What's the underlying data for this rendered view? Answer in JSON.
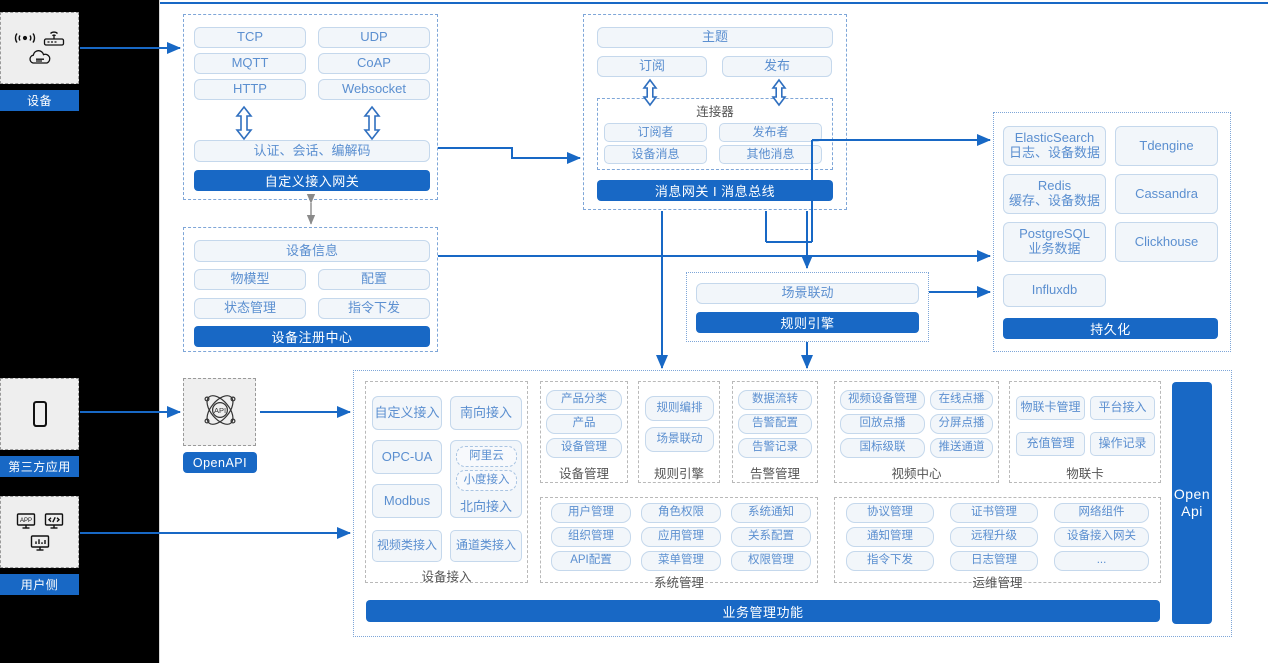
{
  "theme": {
    "accent": "#1868c5",
    "pill_text": "#5b8fd0",
    "pill_fill": "#f2f6fa",
    "pill_border": "#c5d8ec",
    "rail_bg": "#000000"
  },
  "top_rule": {
    "present": true
  },
  "left_rail": {
    "groups": [
      {
        "label": "设备",
        "icons": [
          "wifi-signal-icon",
          "router-icon",
          "cloud-icon"
        ]
      },
      {
        "label": "第三方应用",
        "icons": [
          "mobile-phone-icon"
        ]
      },
      {
        "label": "用户侧",
        "icons": [
          "app-monitor-icon",
          "code-monitor-icon",
          "chart-monitor-icon"
        ]
      }
    ]
  },
  "access_gateway": {
    "protocols": [
      "TCP",
      "UDP",
      "MQTT",
      "CoAP",
      "HTTP",
      "Websocket"
    ],
    "middle": "认证、会话、编解码",
    "bar": "自定义接入网关"
  },
  "message_gateway": {
    "topic": "主题",
    "subscribe": "订阅",
    "publish": "发布",
    "connector_title": "连接器",
    "connector_items": [
      "订阅者",
      "发布者",
      "设备消息",
      "其他消息"
    ],
    "bar": "消息网关 I 消息总线"
  },
  "device_registry": {
    "header": "设备信息",
    "items": [
      "物模型",
      "配置",
      "状态管理",
      "指令下发"
    ],
    "bar": "设备注册中心"
  },
  "rule_engine_block": {
    "item": "场景联动",
    "bar": "规则引擎"
  },
  "persistence": {
    "left_items": [
      {
        "name": "ElasticSearch",
        "sub": "日志、设备数据"
      },
      {
        "name": "Redis",
        "sub": "缓存、设备数据"
      },
      {
        "name": "PostgreSQL",
        "sub": "业务数据"
      },
      {
        "name": "Influxdb",
        "sub": ""
      }
    ],
    "right_items": [
      {
        "name": "Tdengine",
        "sub": ""
      },
      {
        "name": "Cassandra",
        "sub": ""
      },
      {
        "name": "Clickhouse",
        "sub": ""
      }
    ],
    "bar": "持久化"
  },
  "openapi": {
    "icon": "api-atom-icon",
    "label": "OpenAPI"
  },
  "open_api_rail": {
    "label_line1": "Open",
    "label_line2": "Api"
  },
  "business": {
    "bar": "业务管理功能",
    "device_access": {
      "title": "设备接入",
      "rows": [
        [
          "自定义接入",
          "南向接入"
        ],
        [
          "OPC-UA",
          "阿里云"
        ],
        [
          "",
          "小度接入"
        ],
        [
          "Modbus",
          "北向接入"
        ],
        [
          "视频类接入",
          "通道类接入"
        ]
      ]
    },
    "device_manage": {
      "title": "设备管理",
      "items": [
        "产品分类",
        "产品",
        "设备管理"
      ]
    },
    "rule_engine": {
      "title": "规则引擎",
      "items": [
        "规则编排",
        "场景联动"
      ]
    },
    "alarm_manage": {
      "title": "告警管理",
      "items": [
        "数据流转",
        "告警配置",
        "告警记录"
      ]
    },
    "video_center": {
      "title": "视频中心",
      "items": [
        "视频设备管理",
        "在线点播",
        "回放点播",
        "分屏点播",
        "国标级联",
        "推送通道"
      ]
    },
    "iot_card": {
      "title": "物联卡",
      "items": [
        "物联卡管理",
        "平台接入",
        "充值管理",
        "操作记录"
      ]
    },
    "system_manage": {
      "title": "系统管理",
      "items": [
        "用户管理",
        "角色权限",
        "系统通知",
        "组织管理",
        "应用管理",
        "关系配置",
        "API配置",
        "菜单管理",
        "权限管理"
      ]
    },
    "ops_manage": {
      "title": "运维管理",
      "items": [
        "协议管理",
        "证书管理",
        "网络组件",
        "通知管理",
        "远程升级",
        "设备接入网关",
        "指令下发",
        "日志管理",
        "..."
      ]
    }
  }
}
